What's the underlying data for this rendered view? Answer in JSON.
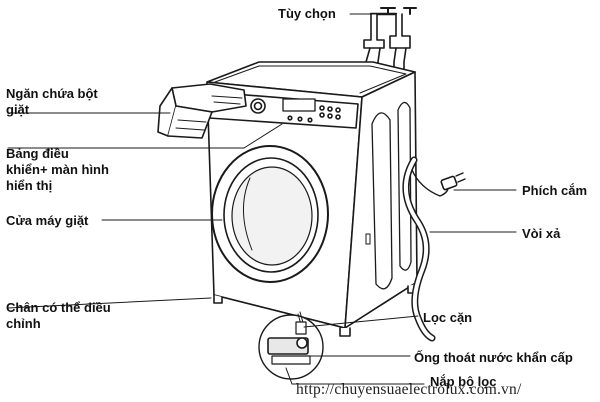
{
  "labels": {
    "optional": "Tùy chọn",
    "detergent_drawer": "Ngăn chứa bột\ngiặt",
    "control_panel": "Bảng điều\nkhiển+ màn hình\nhiển thị",
    "door": "Cửa máy giặt",
    "adjustable_feet": "Chân có thể điều\nchỉnh",
    "plug": "Phích cắm",
    "drain_hose": "Vòi xả",
    "filter": "Lọc cặn",
    "emergency_drain": "Ống thoát nước khẩn cấp",
    "filter_cover": "Nắp bộ lọc"
  },
  "watermark": "http://chuyensuaelectrolux.com.vn/",
  "colors": {
    "line": "#1a1a1a",
    "shade": "#d9d9d9",
    "fill": "#ffffff"
  },
  "icons": [
    "water-tap-icon",
    "power-plug-icon"
  ]
}
